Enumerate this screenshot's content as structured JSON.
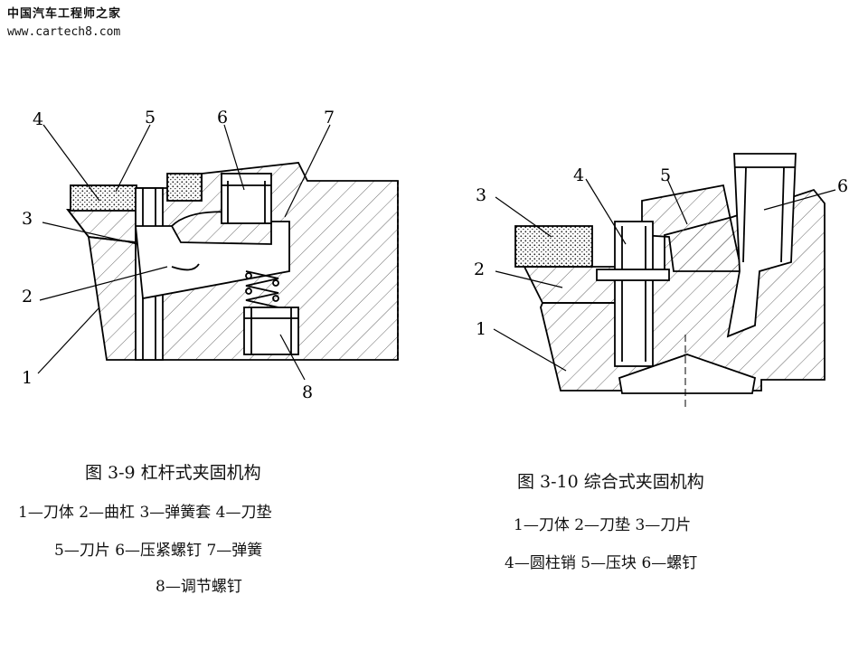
{
  "watermark": {
    "site_name": "中国汽车工程师之家",
    "url": "www.cartech8.com"
  },
  "figure_left": {
    "caption": "图 3-9   杠杆式夹固机构",
    "legend_lines": [
      "1—刀体   2—曲杠   3—弹簧套   4—刀垫",
      "5—刀片   6—压紧螺钉   7—弹簧",
      "8—调节螺钉"
    ],
    "callouts": [
      "1",
      "2",
      "3",
      "4",
      "5",
      "6",
      "7",
      "8"
    ]
  },
  "figure_right": {
    "caption": "图 3-10   综合式夹固机构",
    "legend_lines": [
      "1—刀体   2—刀垫   3—刀片",
      "4—圆柱销   5—压块   6—螺钉"
    ],
    "callouts": [
      "1",
      "2",
      "3",
      "4",
      "5",
      "6"
    ]
  }
}
